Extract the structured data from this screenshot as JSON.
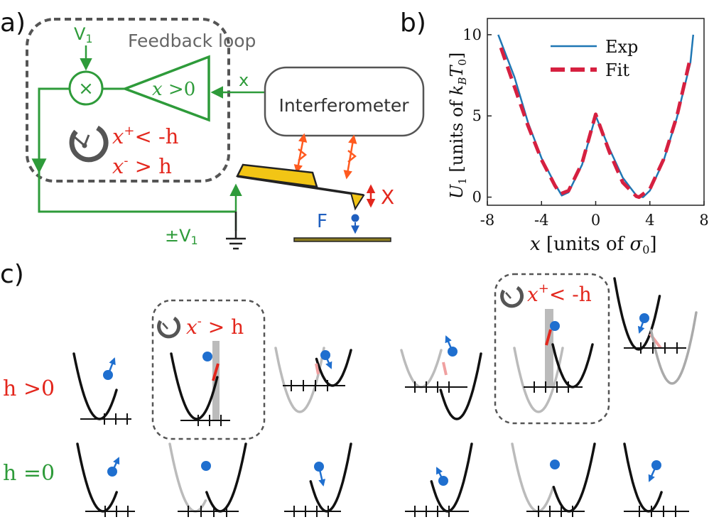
{
  "panel_a": {
    "label": "a)",
    "v1": "V",
    "v1_sub": "1",
    "feedback_loop": "Feedback loop",
    "multiplier": "×",
    "amp_x": "x",
    "amp_rest": " >0",
    "x_signal": "x",
    "interferometer": "Interferometer",
    "cond1_x": "x",
    "cond1_sup": "+",
    "cond1_rest": "< -h",
    "cond2_x": "x",
    "cond2_sup": "-",
    "cond2_rest": " > h",
    "X_label": "X",
    "F_label": "F",
    "pm_v1": "±V",
    "pm_v1_sub": "1",
    "colors": {
      "green": "#2e9b3a",
      "red": "#e3271d",
      "blue": "#1f5fbf",
      "gray": "#555555",
      "yellow": "#f2c515",
      "orange": "#ff5a1f"
    }
  },
  "panel_b": {
    "label": "b)",
    "ylabel_main": "U",
    "ylabel_sub": "1",
    "ylabel_rest": " [units of ",
    "ylabel_k": "k",
    "ylabel_B": "B",
    "ylabel_T": "T",
    "ylabel_0": "0",
    "ylabel_end": "]",
    "xlabel_x": "x",
    "xlabel_rest": " [units of ",
    "xlabel_sigma": "σ",
    "xlabel_0": "0",
    "xlabel_end": "]",
    "legend_exp": "Exp",
    "legend_fit": "Fit",
    "xticks": [
      "-8",
      "-4",
      "0",
      "4",
      "8"
    ],
    "yticks": [
      "0",
      "5",
      "10"
    ]
  },
  "panel_c": {
    "label": "c)",
    "row1_h": "h",
    "row1_rest": " >0",
    "row2_h": "h",
    "row2_rest": " =0",
    "box1_x": "x",
    "box1_sup": "-",
    "box1_rest": " > h",
    "box2_x": "x",
    "box2_sup": "+",
    "box2_rest": "< -h"
  },
  "chart_data": {
    "type": "line",
    "xlim": [
      -8,
      8
    ],
    "ylim": [
      -0.5,
      11
    ],
    "legend": "top-right",
    "grid": false,
    "series": [
      {
        "name": "Exp",
        "color": "#1f77b4",
        "style": "solid",
        "x": [
          -7.2,
          -6,
          -5,
          -4,
          -3,
          -2.5,
          -2,
          -1,
          0,
          1,
          2,
          3,
          3.5,
          4,
          5,
          6,
          7,
          7.2
        ],
        "y": [
          10,
          7.4,
          4.6,
          2.4,
          0.8,
          0.1,
          0.3,
          2.0,
          5.0,
          3.0,
          1.2,
          0.1,
          0.0,
          0.4,
          2.2,
          4.9,
          8.3,
          10
        ]
      },
      {
        "name": "Fit",
        "color": "#d62040",
        "style": "dashed",
        "x": [
          -7,
          -6,
          -5,
          -4,
          -3,
          -2.6,
          -2,
          -1,
          0,
          1,
          2,
          3,
          3.2,
          4,
          5,
          6,
          7
        ],
        "y": [
          9.2,
          6.8,
          4.4,
          2.3,
          0.7,
          0.2,
          0.4,
          2.1,
          5.1,
          2.8,
          0.9,
          0.05,
          0.0,
          0.5,
          2.3,
          5.0,
          8.6
        ]
      }
    ]
  }
}
